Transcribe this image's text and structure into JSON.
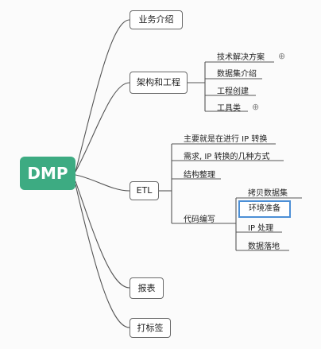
{
  "root": "DMP",
  "level1": [
    "业务介绍",
    "架构和工程",
    "ETL",
    "报表",
    "打标签"
  ],
  "arch_children": [
    "技术解决方案",
    "数据集介绍",
    "工程创建",
    "工具类"
  ],
  "etl_children": [
    "主要就是在进行 IP 转换",
    "需求, IP 转换的几种方式",
    "结构整理",
    "代码编写"
  ],
  "code_children": [
    "拷贝数据集",
    "环境准备",
    "IP 处理",
    "数据落地"
  ],
  "expand_icon": "plus-circle-icon"
}
